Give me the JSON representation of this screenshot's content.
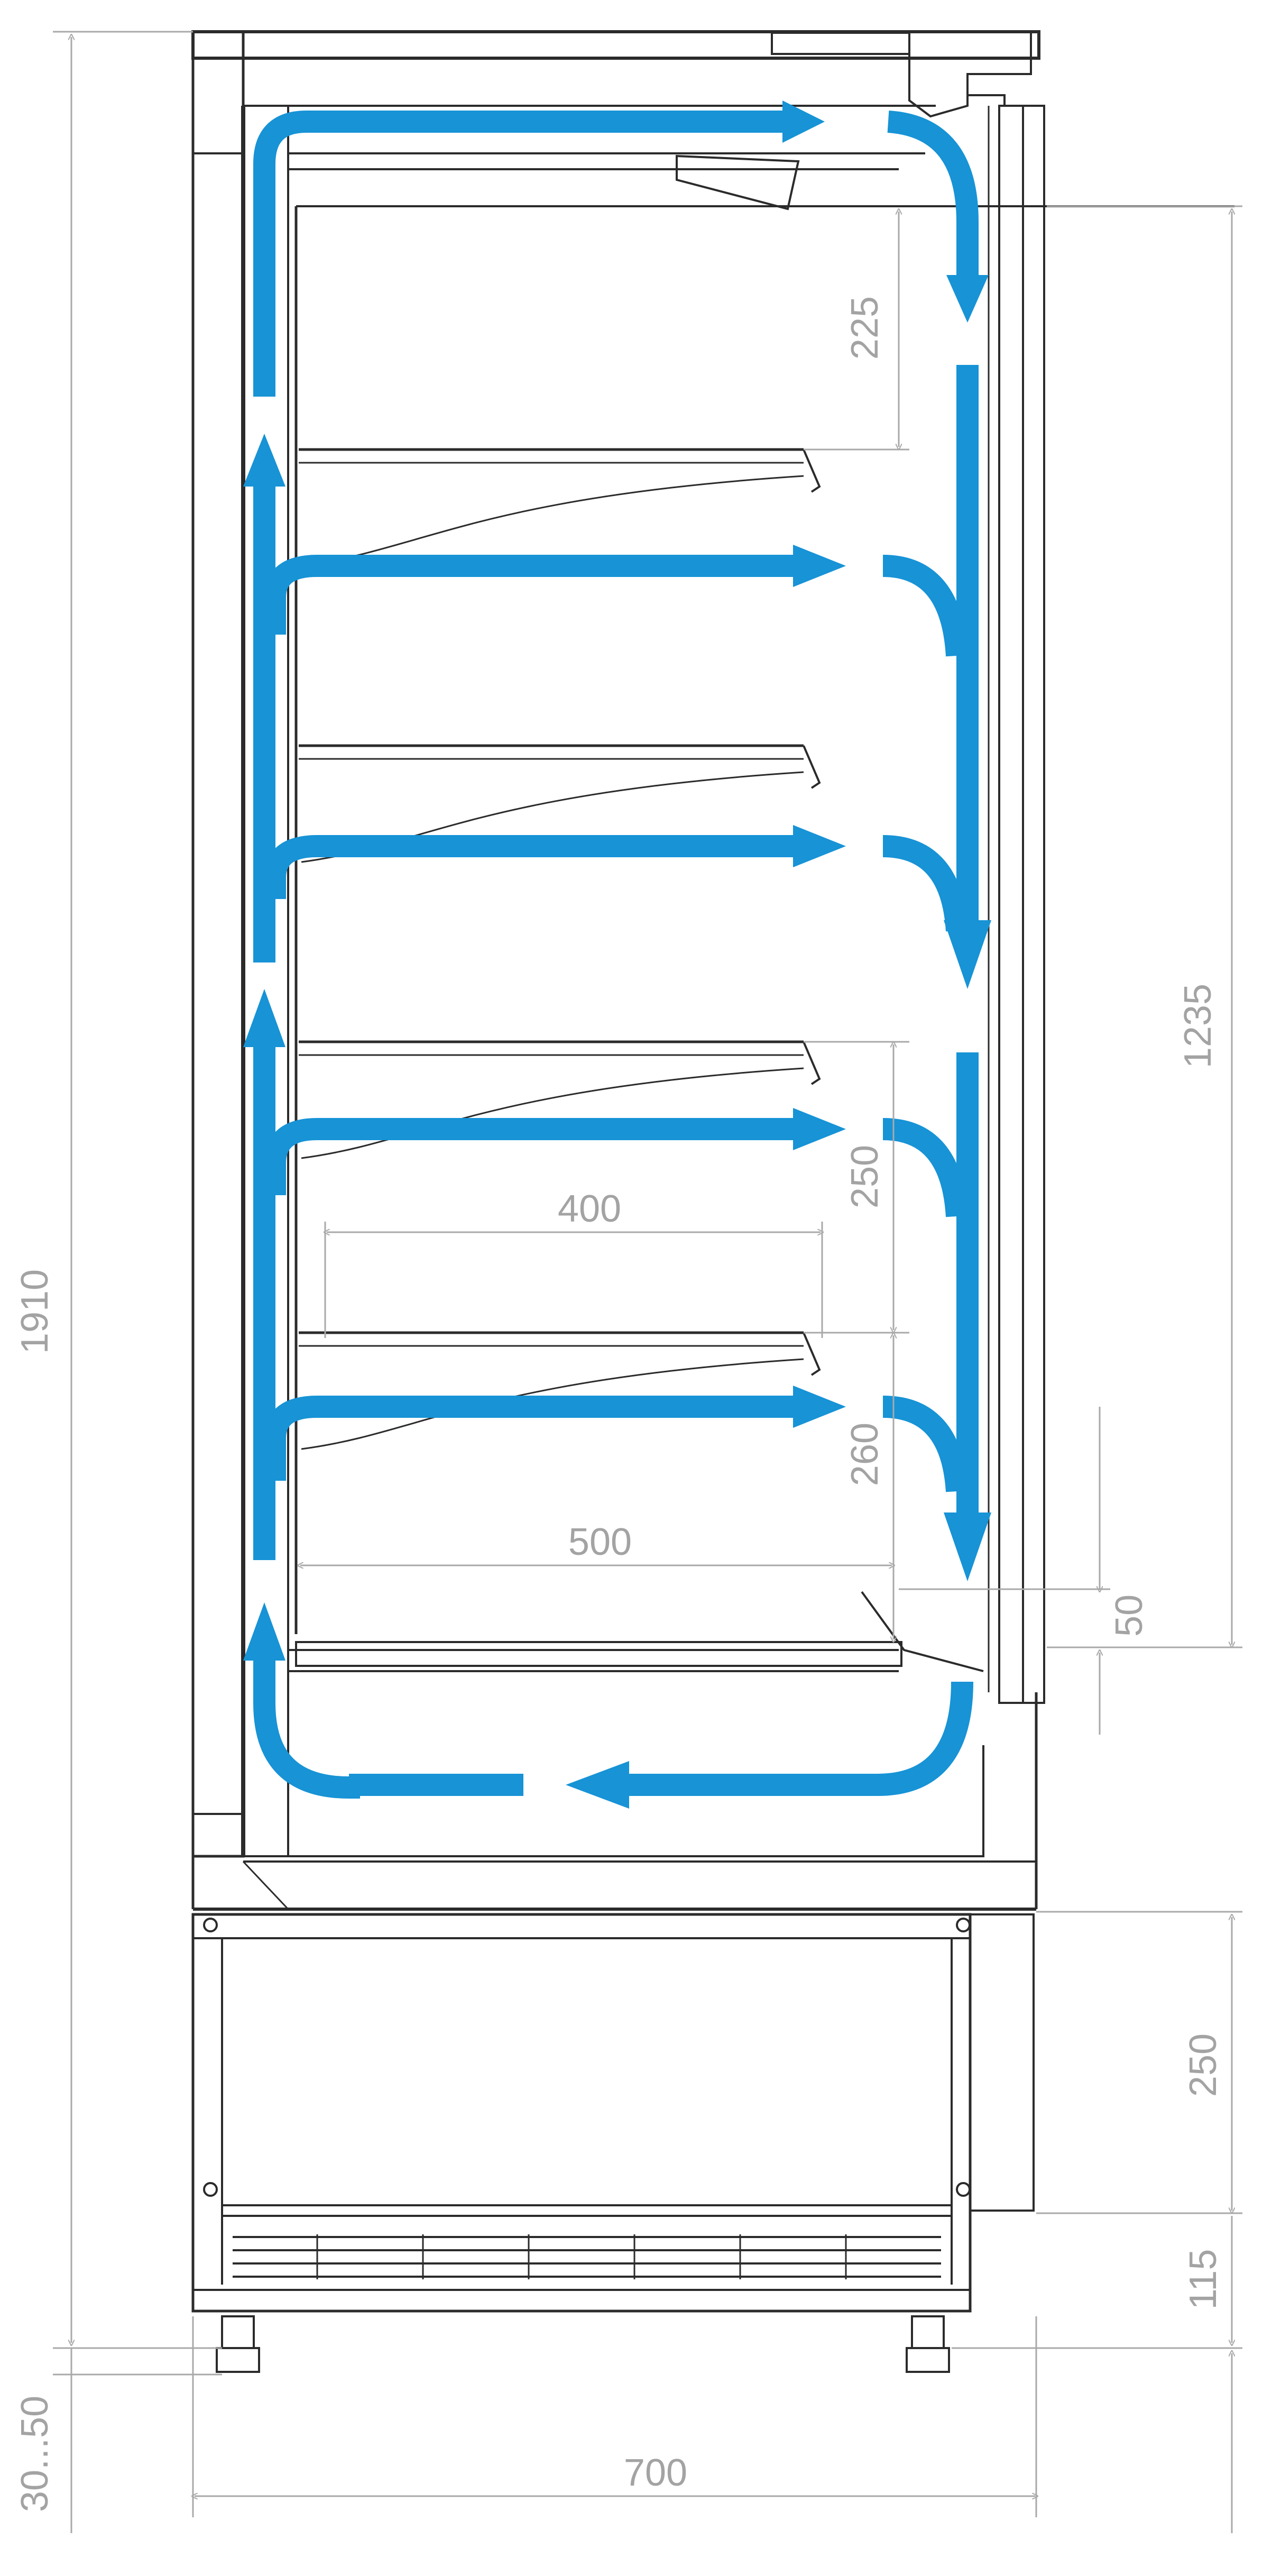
{
  "dimensions": {
    "total_height": "1910",
    "top_gap": "225",
    "shelf_gap_1": "250",
    "shelf_gap_2": "260",
    "shelf_depth": "400",
    "base_depth": "500",
    "display_height": "1235",
    "front_lip": "50",
    "plinth_height": "250",
    "grille_height": "115",
    "feet_adjust": "30...50",
    "total_depth": "700"
  },
  "colors": {
    "airflow": "#1793d6",
    "outline": "#2b2b2b",
    "dimension": "#a9a9a9"
  }
}
